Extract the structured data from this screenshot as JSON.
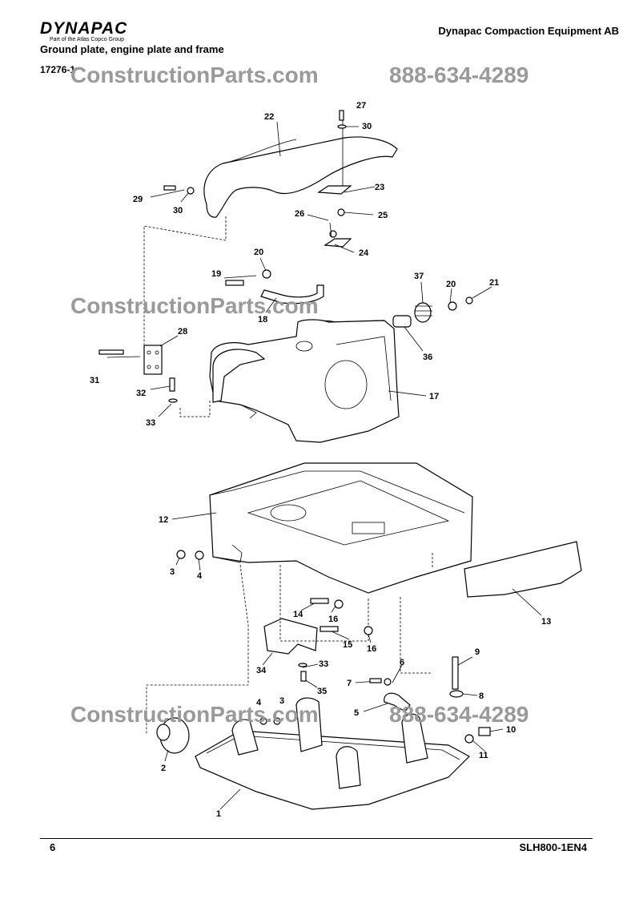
{
  "header": {
    "brand_name": "DYNAPAC",
    "brand_sub": "Part of the Atlas Copco Group",
    "company": "Dynapac Compaction Equipment AB",
    "title": "Ground plate, engine plate and frame",
    "figure_id": "17276-1"
  },
  "watermark": {
    "site": "ConstructionParts.com",
    "phone": "888-634-4289"
  },
  "callouts": [
    "1",
    "2",
    "3",
    "3",
    "4",
    "4",
    "5",
    "6",
    "7",
    "8",
    "9",
    "10",
    "11",
    "12",
    "13",
    "14",
    "15",
    "16",
    "16",
    "17",
    "18",
    "19",
    "20",
    "20",
    "21",
    "22",
    "23",
    "24",
    "25",
    "26",
    "27",
    "28",
    "29",
    "30",
    "30",
    "31",
    "32",
    "33",
    "33",
    "34",
    "35",
    "36",
    "37"
  ],
  "footer": {
    "page": "6",
    "doc_code": "SLH800-1EN4"
  }
}
